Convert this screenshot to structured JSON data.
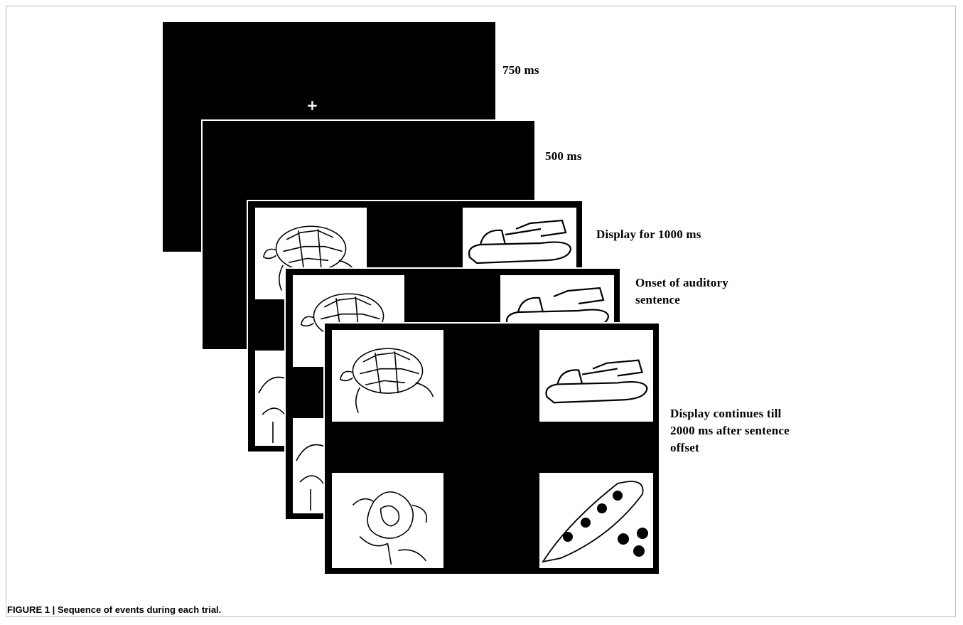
{
  "figure": {
    "caption": "FIGURE 1 | Sequence of events during each trial."
  },
  "steps": [
    {
      "label": "750 ms",
      "fixation": "+"
    },
    {
      "label": "500 ms"
    },
    {
      "label": "Display for 1000 ms"
    },
    {
      "label_lines": [
        "Onset of auditory",
        "sentence"
      ]
    },
    {
      "label_lines": [
        "Display continues till",
        "2000 ms after sentence",
        "offset"
      ]
    }
  ],
  "pictures": {
    "top_left": "turtle",
    "top_right": "sandal",
    "bottom_left": "rose",
    "bottom_right": "pea-pod"
  },
  "colors": {
    "screen": "#000000",
    "picture_bg": "#ffffff"
  }
}
